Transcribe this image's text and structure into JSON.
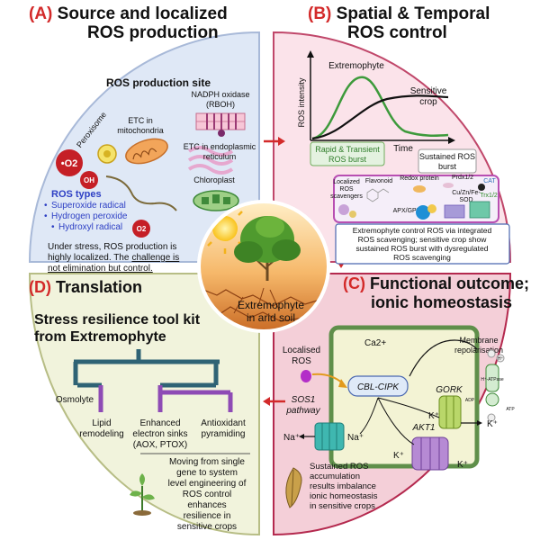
{
  "panels": {
    "a": {
      "label": "(A)",
      "title_line1": "Source and localized",
      "title_line2": "ROS production",
      "site_title": "ROS production site",
      "nadph_line1": "NADPH oxidase",
      "nadph_line2": "(RBOH)",
      "etc_mito_line1": "ETC in",
      "etc_mito_line2": "mitochondria",
      "peroxisome": "Peroxisome",
      "etc_er_line1": "ETC in endoplasmic",
      "etc_er_line2": "reticulum",
      "chloroplast": "Chloroplast",
      "o2_big": "•O2",
      "oh": "OH",
      "o2_small": "O2",
      "types_title": "ROS types",
      "types": [
        "Superoxide radical",
        "Hydrogen peroxide",
        "Hydroxyl radical"
      ],
      "note_line1": "Under stress, ROS production is",
      "note_line2": "highly localized. The",
      "note_underlined1": "challenge is",
      "note_underlined2": "not elimination but control."
    },
    "b": {
      "label": "(B)",
      "title_line1": "Spatial & Temporal",
      "title_line2": "ROS control",
      "extremophyte": "Extremophyte",
      "sensitive_line1": "Sensitive",
      "sensitive_line2": "crop",
      "y_axis": "ROS intensity",
      "x_axis": "Time",
      "rapid_line1": "Rapid & Transient",
      "rapid_line2": "ROS burst",
      "sustained_line1": "Sustained ROS",
      "sustained_line2": "burst",
      "scav_line1": "Localized",
      "scav_line2": "ROS",
      "scav_line3": "scavengers",
      "flavonoid": "Flavonoid",
      "redox": "Redox protein",
      "prdx": "Prdx1/2",
      "cat": "CAT",
      "cuzn_line1": "Cu/Zn/Fe-",
      "cuzn_line2": "SOD",
      "trx": "Trx1/2",
      "apx": "APX/GPX",
      "summary_line1": "Extremophyte control ROS via integrated",
      "summary_line2": "ROS scavenging; sensitive crop show",
      "summary_line3": "sustained ROS burst with dysregulated",
      "summary_line4": "ROS scavenging"
    },
    "c": {
      "label": "(C)",
      "title_line1": "Functional outcome;",
      "title_line2": "ionic homeostasis",
      "localised_line1": "Localised",
      "localised_line2": "ROS",
      "ca": "Ca2+",
      "cbl": "CBL-CIPK",
      "membrane_line1": "Membrane",
      "membrane_line2": "repolarisation",
      "sos1_line1": "SOS1",
      "sos1_line2": "pathway",
      "gork": "GORK",
      "akt1": "AKT1",
      "na_out": "Na⁺",
      "na_in": "Na⁺",
      "k_in1": "K⁺",
      "k_out1": "K⁺",
      "k_in2": "K⁺",
      "k_out2": "K⁺",
      "atpase": "H⁺-ATPase",
      "adp": "ADP",
      "atp": "ATP",
      "h": "H⁺",
      "sustained_line1": "Sustained ROS",
      "sustained_line2": "accumulation",
      "sustained_line3": "results imbalance",
      "sustained_line4": "ionic homeostasis",
      "sustained_line5": "in sensitive crops"
    },
    "d": {
      "label": "(D)",
      "title": "Translation",
      "toolkit_line1": "Stress resilience tool kit",
      "toolkit_line2": "from Extremophyte",
      "osmolyte": "Osmolyte",
      "lipid_line1": "Lipid",
      "lipid_line2": "remodeling",
      "sinks_line1": "Enhanced",
      "sinks_line2": "electron sinks",
      "sinks_line3": "(AOX, PTOX)",
      "antiox_line1": "Antioxidant",
      "antiox_line2": "pyramiding",
      "moving_line1": "Moving from single",
      "moving_line2": "gene to system",
      "moving_line3": "level engineering of",
      "moving_line4": "ROS control",
      "moving_line5": "enhances",
      "moving_line6": "resilience in",
      "moving_line7": "sensitive crops"
    },
    "center": {
      "line1": "Extremophyte",
      "line2": "in arid soil"
    }
  },
  "colors": {
    "panel_a_fill": "#dfe8f6",
    "panel_a_stroke": "#a8b9d8",
    "panel_b_fill": "#fbe3ea",
    "panel_b_stroke": "#c0476a",
    "panel_c_fill": "#f4cfd8",
    "panel_c_stroke": "#b4294e",
    "panel_d_fill": "#f1f3dc",
    "panel_d_stroke": "#b7bd85",
    "arrow": "#d32a2a",
    "extremophyte_curve": "#3d9a3b",
    "sensitive_curve": "#111111",
    "ros_type_text": "#2d3fc4"
  }
}
